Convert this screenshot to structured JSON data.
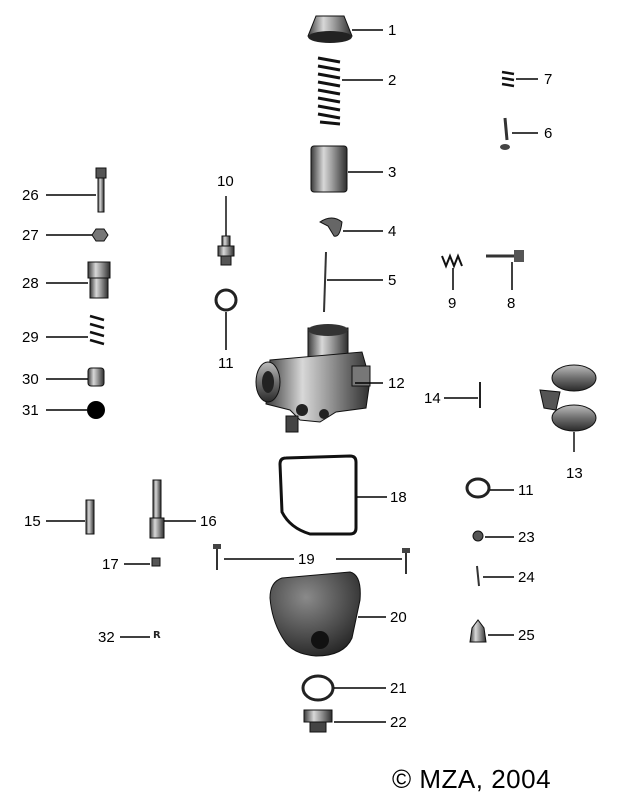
{
  "copyright": "© MZA, 2004",
  "parts": [
    "1",
    "2",
    "3",
    "4",
    "5",
    "6",
    "7",
    "8",
    "9",
    "10",
    "11",
    "11",
    "12",
    "13",
    "14",
    "15",
    "16",
    "17",
    "18",
    "19",
    "20",
    "21",
    "22",
    "23",
    "24",
    "25",
    "26",
    "27",
    "28",
    "29",
    "30",
    "31",
    "32"
  ]
}
